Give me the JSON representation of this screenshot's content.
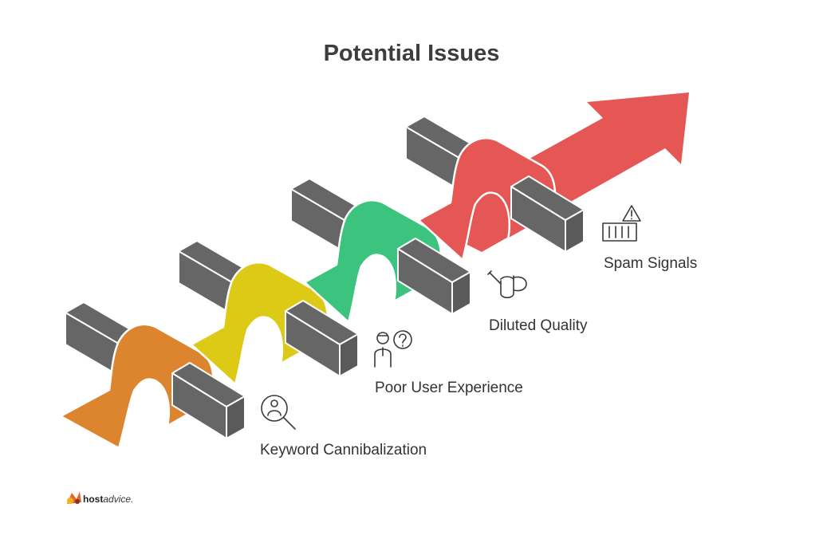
{
  "title": "Potential Issues",
  "steps": [
    {
      "label": "Keyword Cannibalization",
      "color": "#DD842F",
      "icon": "magnifier-person-icon"
    },
    {
      "label": "Poor User Experience",
      "color": "#DDCA17",
      "icon": "user-question-icon"
    },
    {
      "label": "Diluted Quality",
      "color": "#3CC47F",
      "icon": "watering-can-icon"
    },
    {
      "label": "Spam Signals",
      "color": "#E45754",
      "icon": "warning-barrier-icon"
    }
  ],
  "arrow_color": "#E45754",
  "block_color": "#666666",
  "brand": {
    "part1": "host",
    "part2": "advice."
  }
}
